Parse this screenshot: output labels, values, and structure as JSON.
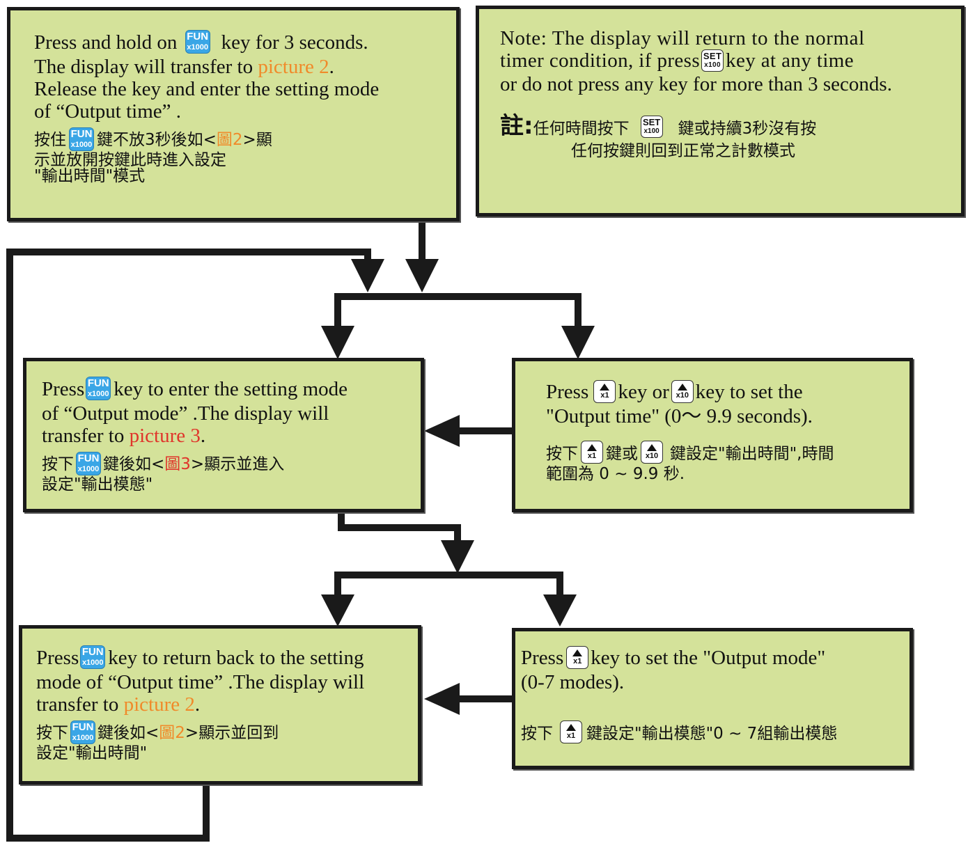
{
  "keys": {
    "fun": {
      "label": "FUN",
      "sub": "x1000"
    },
    "set": {
      "label": "SET",
      "sub": "x100"
    },
    "up1": {
      "sub": "x1"
    },
    "up10": {
      "sub": "x10"
    }
  },
  "box1": {
    "en_1a": "Press and hold on",
    "en_1b": "key for 3 seconds.",
    "en_2a": "The display will transfer to",
    "en_2b": "picture 2",
    "en_2c": ".",
    "en_3": "Release the key and enter the setting mode",
    "en_4": "of  “Output time” .",
    "zh_1a": "按住",
    "zh_1b": "鍵不放3秒後如<",
    "zh_1c": "圖2",
    "zh_1d": ">顯",
    "zh_2": "示並放開按鍵此時進入設定",
    "zh_3": "\"輸出時間\"模式"
  },
  "note": {
    "en_1": "Note: The display will return to the normal",
    "en_2a": "timer condition, if press",
    "en_2b": "key at any time",
    "en_3": " or do not press any key for more than 3 seconds.",
    "zh_label": "註:",
    "zh_1a": "任何時間按下",
    "zh_1b": "鍵或持續3秒沒有按",
    "zh_2": "任何按鍵則回到正常之計數模式"
  },
  "box2": {
    "en_1a": "Press",
    "en_1b": "key to enter the setting mode",
    "en_2": " of  “Output mode” .The display will",
    "en_3a": "transfer to",
    "en_3b": "picture 3",
    "en_3c": ".",
    "zh_1a": "按下",
    "zh_1b": "鍵後如<",
    "zh_1c": "圖3",
    "zh_1d": ">顯示並進入",
    "zh_2": "設定\"輸出模態\""
  },
  "box3": {
    "en_1a": "Press",
    "en_1b": "key or",
    "en_1c": "key to set the",
    "en_2": "\"Output time\" (0～ 9.9 seconds).",
    "zh_1a": "按下",
    "zh_1b": "鍵或",
    "zh_1c": "鍵設定\"輸出時間\",時間",
    "zh_2": "範圍為 0 ~ 9.9 秒."
  },
  "box4": {
    "en_1a": "Press",
    "en_1b": "key to return back to the setting",
    "en_2": "mode of  “Output time” .The display will",
    "en_3a": "transfer to",
    "en_3b": "picture 2",
    "en_3c": ".",
    "zh_1a": "按下",
    "zh_1b": "鍵後如<",
    "zh_1c": "圖2",
    "zh_1d": ">顯示並回到",
    "zh_2": "設定\"輸出時間\""
  },
  "box5": {
    "en_1a": "Press",
    "en_1b": "key to set the \"Output mode\"",
    "en_2": " (0-7 modes).",
    "zh_1a": "按下",
    "zh_1b": "鍵設定\"輸出模態\"0 ~ 7組輸出模態"
  },
  "colors": {
    "box_fill": "#d4e29a",
    "border": "#1a1a1a",
    "picture_ref_orange": "#f08a2a",
    "picture_ref_red": "#e0352b",
    "fun_key": "#3aa6e6"
  }
}
